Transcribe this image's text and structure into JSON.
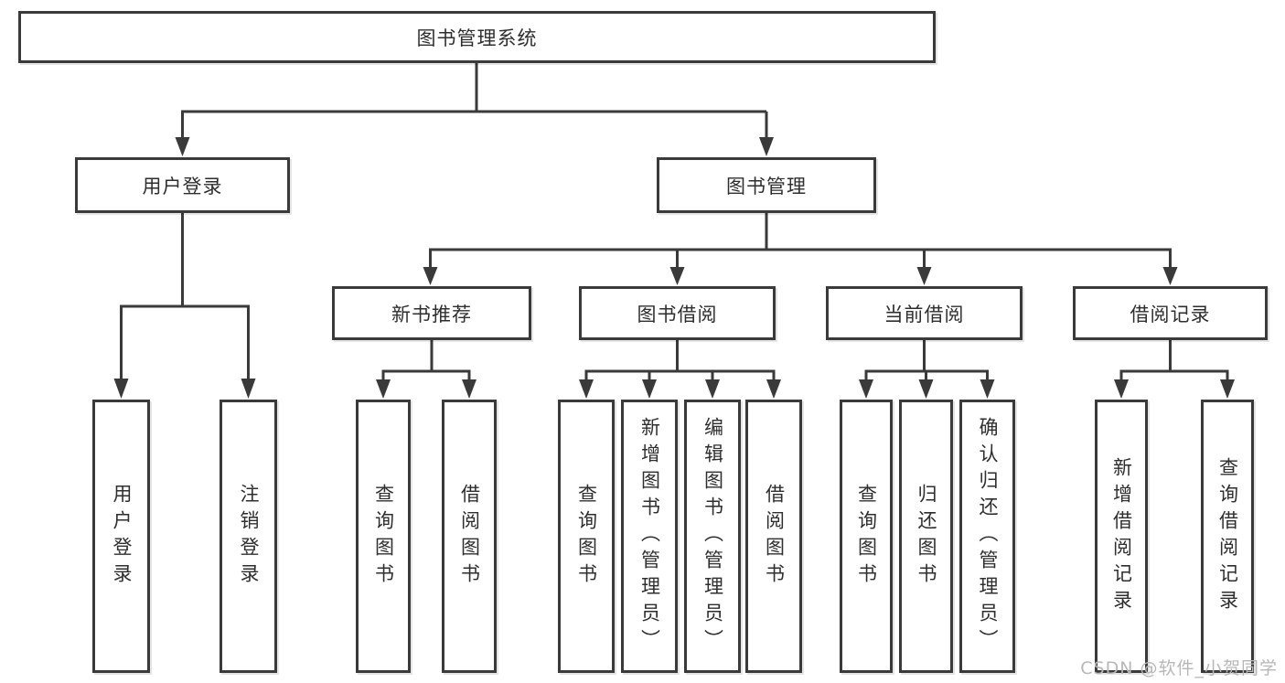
{
  "tree": {
    "root": {
      "label": "图书管理系统",
      "children": [
        {
          "label": "用户登录",
          "children": [
            {
              "label": "用户登录"
            },
            {
              "label": "注销登录"
            }
          ]
        },
        {
          "label": "图书管理",
          "children": [
            {
              "label": "新书推荐",
              "children": [
                {
                  "label": "查询图书"
                },
                {
                  "label": "借阅图书"
                }
              ]
            },
            {
              "label": "图书借阅",
              "children": [
                {
                  "label": "查询图书"
                },
                {
                  "label": "新增图书（管理员）"
                },
                {
                  "label": "编辑图书（管理员）"
                },
                {
                  "label": "借阅图书"
                }
              ]
            },
            {
              "label": "当前借阅",
              "children": [
                {
                  "label": "查询图书"
                },
                {
                  "label": "归还图书"
                },
                {
                  "label": "确认归还（管理员）"
                }
              ]
            },
            {
              "label": "借阅记录",
              "children": [
                {
                  "label": "新增借阅记录"
                },
                {
                  "label": "查询借阅记录"
                }
              ]
            }
          ]
        }
      ]
    }
  },
  "watermark": "CSDN @软件_小贺同学",
  "colors": {
    "line": "#3a3a3a",
    "box_border": "#3a3a3a",
    "text": "#2e2e2e",
    "watermark": "#b7b7b7",
    "background": "#ffffff"
  }
}
